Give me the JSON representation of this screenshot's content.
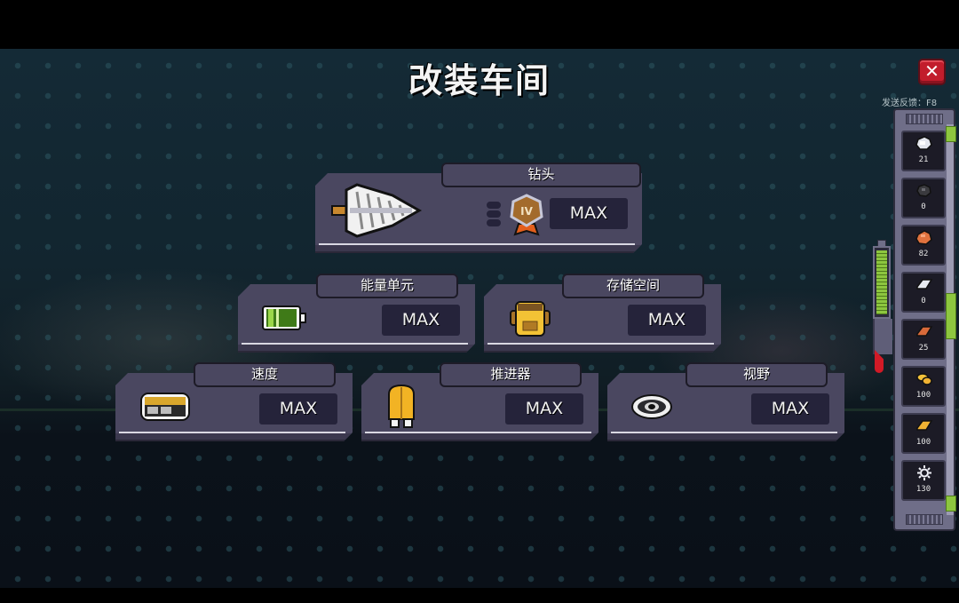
{
  "header": {
    "title": "改装车间",
    "close_icon": "close-x-icon",
    "feedback_hint": "发送反馈：F8"
  },
  "upgrades": [
    {
      "id": "drill",
      "label": "钻头",
      "level": "MAX",
      "icon": "drill-icon",
      "extra_icons": [
        "level-pips-icon",
        "rank-badge-iv-icon"
      ],
      "badge_text": "IV"
    },
    {
      "id": "energy",
      "label": "能量单元",
      "level": "MAX",
      "icon": "battery-icon"
    },
    {
      "id": "storage",
      "label": "存储空间",
      "level": "MAX",
      "icon": "backpack-icon"
    },
    {
      "id": "speed",
      "label": "速度",
      "level": "MAX",
      "icon": "speed-engine-icon"
    },
    {
      "id": "thruster",
      "label": "推进器",
      "level": "MAX",
      "icon": "thruster-icon"
    },
    {
      "id": "vision",
      "label": "视野",
      "level": "MAX",
      "icon": "eye-icon"
    }
  ],
  "resources": [
    {
      "icon": "silver-ore-icon",
      "count": "21",
      "color": "#dfe3ea"
    },
    {
      "icon": "coal-ore-icon",
      "count": "0",
      "color": "#3a3a3e"
    },
    {
      "icon": "copper-ore-icon",
      "count": "82",
      "color": "#e0723e"
    },
    {
      "icon": "silver-ingot-icon",
      "count": "0",
      "color": "#e8eaf0"
    },
    {
      "icon": "copper-ingot-icon",
      "count": "25",
      "color": "#d86a3a"
    },
    {
      "icon": "gold-ore-icon",
      "count": "100",
      "color": "#f4c23a"
    },
    {
      "icon": "gold-ingot-icon",
      "count": "100",
      "color": "#f0b233"
    },
    {
      "icon": "gear-crystal-icon",
      "count": "130",
      "color": "#f0f0f8"
    }
  ],
  "energy_gauge": {
    "icon": "energy-gauge-icon",
    "color": "#8dc63f"
  },
  "colors": {
    "panel": "#4a4760",
    "max_box": "#25233a",
    "close": "#c21d2c",
    "accent_green": "#8dc63f"
  }
}
